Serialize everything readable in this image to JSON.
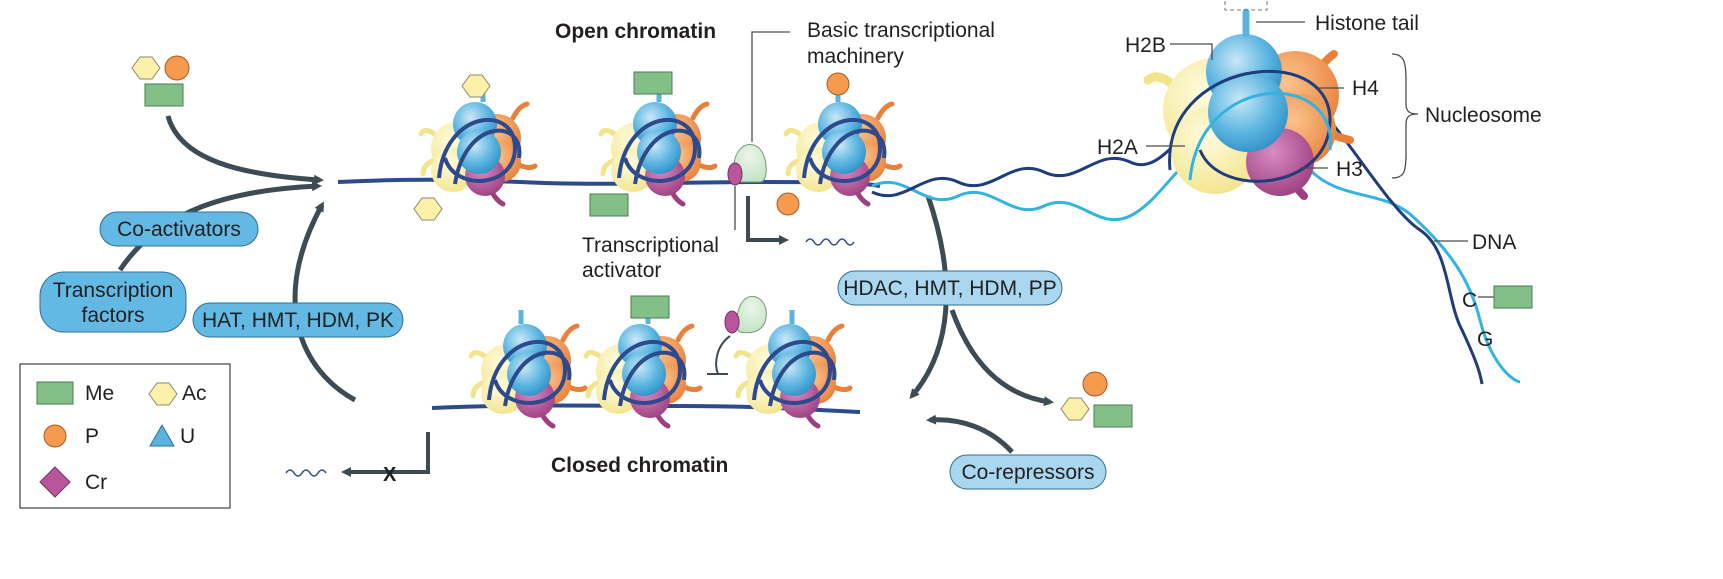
{
  "headings": {
    "open": "Open chromatin",
    "closed": "Closed chromatin"
  },
  "labels": {
    "basic_machinery_1": "Basic transcriptional",
    "basic_machinery_2": "machinery",
    "activator_1": "Transcriptional",
    "activator_2": "activator",
    "histone_tail": "Histone tail",
    "h2b": "H2B",
    "h2a": "H2A",
    "h4": "H4",
    "h3": "H3",
    "nucleosome": "Nucleosome",
    "dna": "DNA",
    "base_c": "C",
    "base_g": "G",
    "blocked_mark": "X"
  },
  "pills": {
    "coactivators": "Co-activators",
    "tf_1": "Transcription",
    "tf_2": "factors",
    "writers_open": "HAT, HMT, HDM, PK",
    "writers_close": "HDAC, HMT, HDM, PP",
    "corepressors": "Co-repressors"
  },
  "legend": {
    "items": [
      {
        "label": "Me",
        "shape": "rectangle",
        "color": "#82c088"
      },
      {
        "label": "Ac",
        "shape": "hexagon",
        "color": "#fbf1a8"
      },
      {
        "label": "P",
        "shape": "circle",
        "color": "#f59a4e"
      },
      {
        "label": "U",
        "shape": "triangle",
        "color": "#5ab4e0"
      },
      {
        "label": "Cr",
        "shape": "diamond",
        "color": "#b9559b"
      }
    ]
  },
  "colors": {
    "dna_dark": "#2c4a8c",
    "dna_light": "#32b3e0",
    "arrow": "#3c4b54",
    "h2b_blue": "#5ab4e0",
    "h2a_yellow": "#fbf1a8",
    "h3_purple": "#b9559b",
    "h4_orange": "#f59a4e",
    "methyl_green": "#82c088",
    "pill_fill": "#62b9e4"
  }
}
